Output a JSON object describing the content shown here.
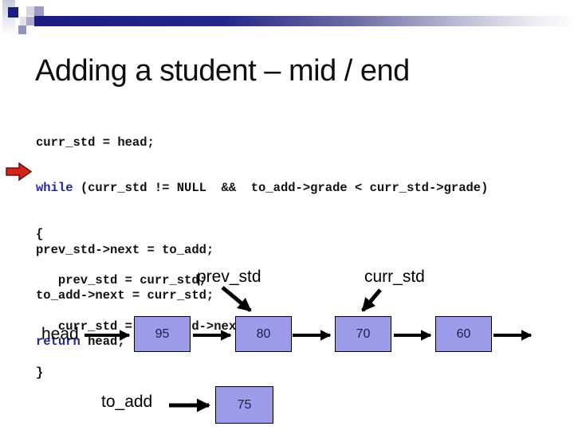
{
  "colors": {
    "accent_navy": "#1b1b82",
    "node_fill": "#9b9bea",
    "node_border": "#000000",
    "keyword_blue": "#26269b",
    "code_black": "#111111",
    "red_arrow": "#d3241c",
    "title_black": "#0e0e0e"
  },
  "slide": {
    "title": "Adding a student – mid / end"
  },
  "code": {
    "block1": {
      "line1": "curr_std = head;",
      "line2_kw": "while",
      "line2_rest": " (curr_std != NULL  &&  to_add->grade < curr_std->grade)",
      "line3": "{",
      "line4": "   prev_std = curr_std;",
      "line5": "   curr_std = curr_std->next;",
      "line6": "}"
    },
    "block2": {
      "line1": "prev_std->next = to_add;",
      "line2": "to_add->next = curr_std;",
      "line3_kw": "return",
      "line3_rest": " head;"
    }
  },
  "diagram": {
    "head_label": "head",
    "prev_label": "prev_std",
    "curr_label": "curr_std",
    "to_add_label": "to_add",
    "nodes": [
      {
        "value": "95"
      },
      {
        "value": "80"
      },
      {
        "value": "70"
      },
      {
        "value": "60"
      }
    ],
    "new_node": {
      "value": "75"
    }
  }
}
